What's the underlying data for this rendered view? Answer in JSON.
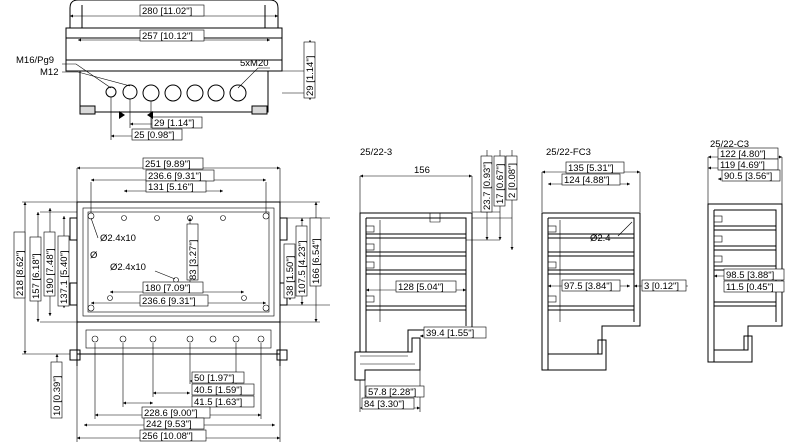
{
  "top_view": {
    "width_outer": "280 [11.02\"]",
    "width_inner": "257 [10.12\"]",
    "gland_left_a": "M16/Pg9",
    "gland_left_b": "M12",
    "gland_right": "5xM20",
    "height": "29 [1.14\"]",
    "pitch": "29 [1.14\"]",
    "offset": "25 [0.98\"]"
  },
  "front_view": {
    "w_overall": "251 [9.89\"]",
    "w_holes": "236.6 [9.31\"]",
    "w_inner": "131 [5.16\"]",
    "hole_top": "Ø2.4x10",
    "diameter": "Ø",
    "hole_mid": "Ø2.4x10",
    "v83": "83 [3.27\"]",
    "w180": "180 [7.09\"]",
    "w_holes_bottom": "236.6 [9.31\"]",
    "h218": "218 [8.62\"]",
    "h157": "157 [6.18\"]",
    "h190": "190 [7.48\"]",
    "h137": "137.1 [5.40\"]",
    "h38": "38 [1.50\"]",
    "h107": "107.5 [4.23\"]",
    "h166": "166 [6.54\"]",
    "h10": "10 [0.39\"]",
    "d50": "50 [1.97\"]",
    "d40": "40.5 [1.59\"]",
    "d41": "41.5 [1.63\"]",
    "d228": "228.6 [9.00\"]",
    "d242": "242 [9.53\"]",
    "d256": "256 [10.08\"]"
  },
  "section_a": {
    "title": "25/22-3",
    "w156": "156",
    "d23": "23.7 [0.93\"]",
    "d17": "17 [0.67\"]",
    "d2": "2 [0.08\"]",
    "d128": "128 [5.04\"]",
    "d39": "39.4 [1.55\"]",
    "d57": "57.8 [2.28\"]",
    "d84": "84 [3.30\"]"
  },
  "section_b": {
    "title": "25/22-FC3",
    "d135": "135 [5.31\"]",
    "d124": "124 [4.88\"]",
    "hole": "Ø2.4",
    "d97": "97.5 [3.84\"]",
    "d3": "3 [0.12\"]"
  },
  "section_c": {
    "title": "25/22-C3",
    "d122": "122 [4.80\"]",
    "d119": "119 [4.69\"]",
    "d90": "90.5 [3.56\"]",
    "d98": "98.5 [3.88\"]",
    "d11": "11.5 [0.45\"]"
  }
}
